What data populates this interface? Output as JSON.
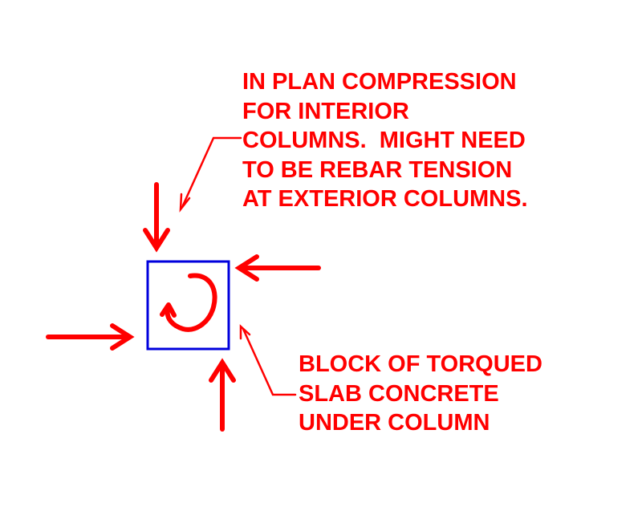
{
  "notes": {
    "plan_compression": [
      "IN PLAN COMPRESSION",
      "FOR INTERIOR",
      "COLUMNS.  MIGHT NEED",
      "TO BE REBAR TENSION",
      "AT EXTERIOR COLUMNS."
    ],
    "torqued_block": [
      "BLOCK OF TORQUED",
      "SLAB CONCRETE",
      "UNDER COLUMN"
    ]
  },
  "colors": {
    "annotation": "#ff0000",
    "block_outline": "#0000dd",
    "background": "#ffffff"
  },
  "icons": {
    "rotation": "circular-arrow-icon",
    "force_arrows": [
      "arrow-down-icon",
      "arrow-left-icon",
      "arrow-right-icon",
      "arrow-up-icon"
    ]
  }
}
